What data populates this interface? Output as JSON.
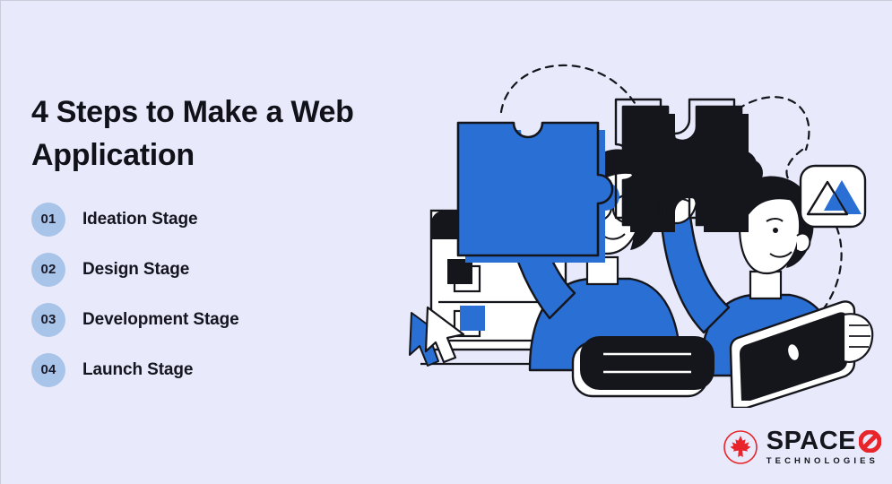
{
  "slide": {
    "background_color": "#e8eafc",
    "accent_blue": "#2a6fd4",
    "ink_black": "#15151c",
    "badge_blue": "#a9c4e9",
    "logo_red": "#e8252a"
  },
  "headline": "4 Steps to Make a Web Application",
  "steps": [
    {
      "number": "01",
      "label": "Ideation Stage"
    },
    {
      "number": "02",
      "label": "Design Stage"
    },
    {
      "number": "03",
      "label": "Development Stage"
    },
    {
      "number": "04",
      "label": "Launch Stage"
    }
  ],
  "logo": {
    "mark": "maple-leaf-in-circle",
    "name": "SPACE",
    "o_glyph": "slashed-circle",
    "tagline": "TECHNOLOGIES"
  },
  "illustration": {
    "description": "two people assembling puzzle pieces in front of a browser window",
    "elements": [
      "blue-puzzle-piece",
      "black-puzzle-piece",
      "browser-window",
      "cursor-arrows",
      "black-device",
      "tablet",
      "app-badge-triangles",
      "dashed-path"
    ]
  }
}
